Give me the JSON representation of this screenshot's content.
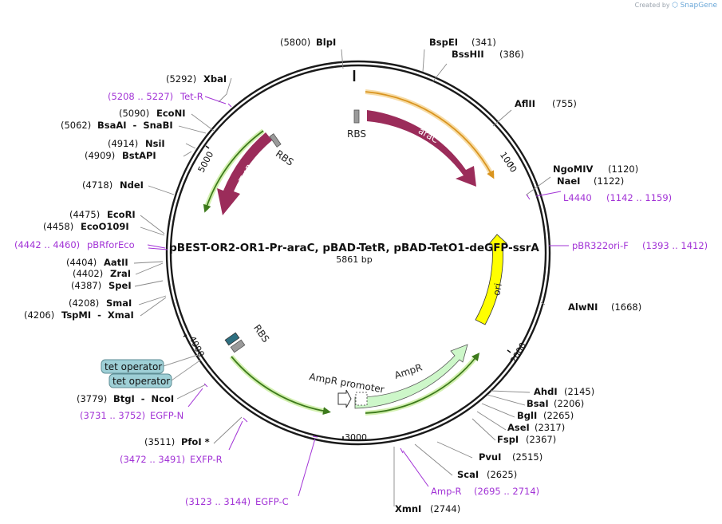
{
  "brand": {
    "created_by": "Created by",
    "app": "SnapGene"
  },
  "plasmid": {
    "name": "pBEST-OR2-OR1-Pr-araC, pBAD-TetR, pBAD-TetO1-deGFP-ssrA",
    "length": "5861 bp"
  },
  "ticks": [
    "1000",
    "2000",
    "3000",
    "4000",
    "5000"
  ],
  "sites": [
    {
      "pos": "(5800)",
      "name": "BlpI"
    },
    {
      "pos": "(341)",
      "name": "BspEI"
    },
    {
      "pos": "(386)",
      "name": "BssHII"
    },
    {
      "pos": "(755)",
      "name": "AflII"
    },
    {
      "pos": "(1120)",
      "name": "NgoMIV"
    },
    {
      "pos": "(1122)",
      "name": "NaeI"
    },
    {
      "pos": "(1668)",
      "name": "AlwNI"
    },
    {
      "pos": "(2145)",
      "name": "AhdI"
    },
    {
      "pos": "(2206)",
      "name": "BsaI"
    },
    {
      "pos": "(2265)",
      "name": "BglI"
    },
    {
      "pos": "(2317)",
      "name": "AseI"
    },
    {
      "pos": "(2367)",
      "name": "FspI"
    },
    {
      "pos": "(2515)",
      "name": "PvuI"
    },
    {
      "pos": "(2625)",
      "name": "ScaI"
    },
    {
      "pos": "(2744)",
      "name": "XmnI"
    },
    {
      "pos": "(3511)",
      "name": "PfoI *"
    },
    {
      "pos": "(3779)",
      "name": "BtgI  -  NcoI"
    },
    {
      "pos": "(4206)",
      "name": "TspMI  -  XmaI"
    },
    {
      "pos": "(4208)",
      "name": "SmaI"
    },
    {
      "pos": "(4387)",
      "name": "SpeI"
    },
    {
      "pos": "(4402)",
      "name": "ZraI"
    },
    {
      "pos": "(4404)",
      "name": "AatII"
    },
    {
      "pos": "(4458)",
      "name": "EcoO109I"
    },
    {
      "pos": "(4475)",
      "name": "EcoRI"
    },
    {
      "pos": "(4718)",
      "name": "NdeI"
    },
    {
      "pos": "(4909)",
      "name": "BstAPI"
    },
    {
      "pos": "(4914)",
      "name": "NsiI"
    },
    {
      "pos": "(5062)",
      "name": "BsaAI  -  SnaBI"
    },
    {
      "pos": "(5090)",
      "name": "EcoNI"
    },
    {
      "pos": "(5292)",
      "name": "XbaI"
    }
  ],
  "primers": [
    {
      "name": "Tet-R",
      "range": "(5208 .. 5227)"
    },
    {
      "name": "L4440",
      "range": "(1142 .. 1159)"
    },
    {
      "name": "pBR322ori-F",
      "range": "(1393 .. 1412)"
    },
    {
      "name": "pBRforEco",
      "range": "(4442 .. 4460)"
    },
    {
      "name": "Amp-R",
      "range": "(2695 .. 2714)"
    },
    {
      "name": "EGFP-N",
      "range": "(3731 .. 3752)"
    },
    {
      "name": "EXFP-R",
      "range": "(3472 .. 3491)"
    },
    {
      "name": "EGFP-C",
      "range": "(3123 .. 3144)"
    }
  ],
  "features": {
    "araC": "araC",
    "TetR": "TetR",
    "ori": "ori",
    "AmpR": "AmpR",
    "AmpR_promoter": "AmpR promoter",
    "RBS_top": "RBS",
    "RBS_tetr": "RBS",
    "RBS_bottom": "RBS"
  },
  "operators": [
    "tet operator",
    "tet operator"
  ],
  "colors": {
    "araC": "#9b2c5a",
    "TetR": "#9b2c5a",
    "ori": "#ffff00",
    "AmpR": "#cdf7c9",
    "primer": "#a233d6",
    "green_line": "#3d7a1c",
    "orange_line": "#d9941f"
  }
}
